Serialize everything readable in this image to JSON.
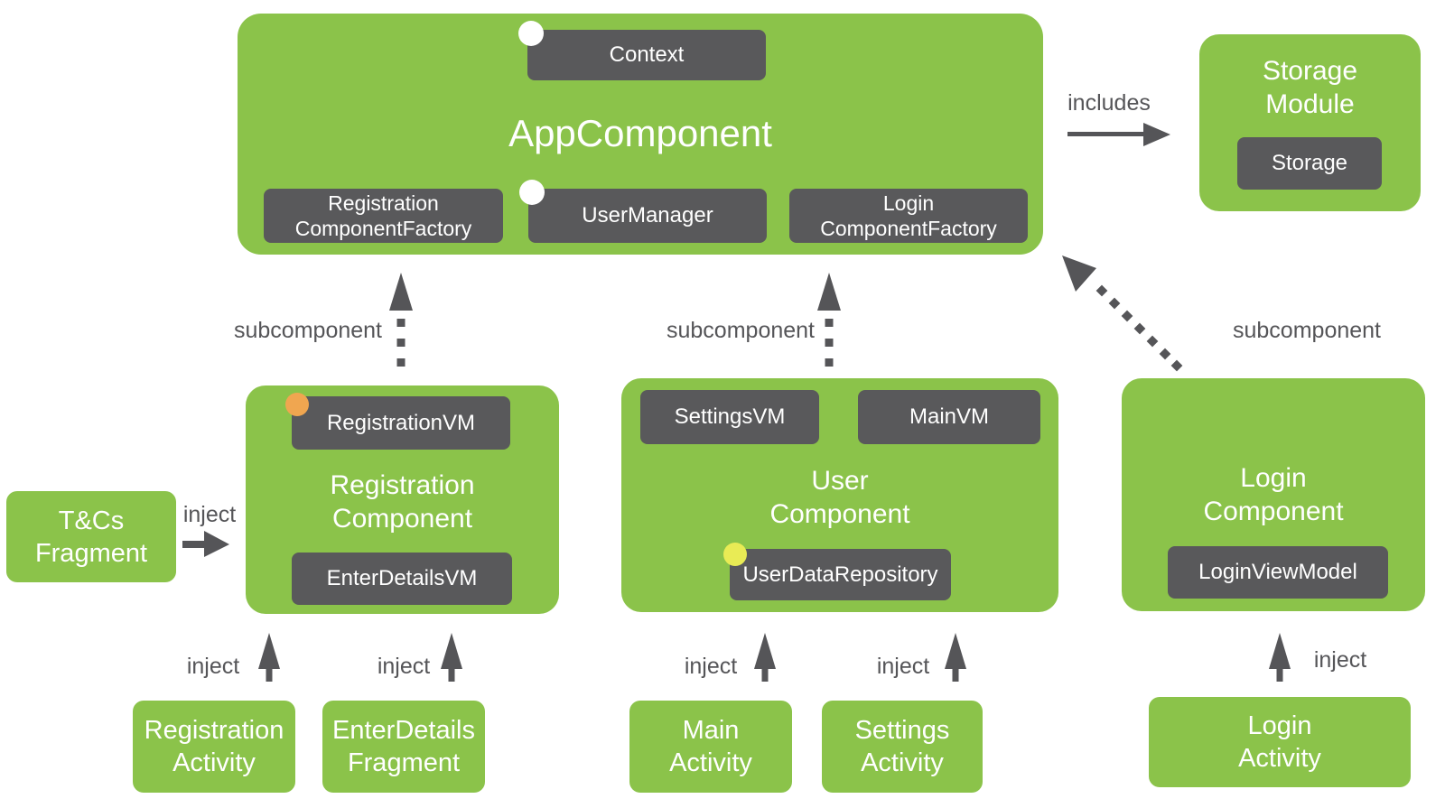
{
  "colors": {
    "green": "#8BC34A",
    "dark_gray": "#59595B",
    "label_gray": "#555558",
    "white": "#FFFFFF",
    "orange_dot": "#F0A650",
    "yellow_dot": "#E9EB55",
    "background": "#FFFFFF"
  },
  "labels": {
    "includes": "includes",
    "inject": "inject",
    "subcomponent": "subcomponent"
  },
  "app_component": {
    "title": "AppComponent",
    "context": "Context",
    "registration_factory": {
      "line1": "Registration",
      "line2": "ComponentFactory"
    },
    "user_manager": "UserManager",
    "login_factory": {
      "line1": "Login",
      "line2": "ComponentFactory"
    }
  },
  "storage_module": {
    "title": {
      "line1": "Storage",
      "line2": "Module"
    },
    "storage": "Storage"
  },
  "registration_component": {
    "title": {
      "line1": "Registration",
      "line2": "Component"
    },
    "registration_vm": "RegistrationVM",
    "enter_details_vm": "EnterDetailsVM"
  },
  "user_component": {
    "title": {
      "line1": "User",
      "line2": "Component"
    },
    "settings_vm": "SettingsVM",
    "main_vm": "MainVM",
    "user_data_repository": "UserDataRepository"
  },
  "login_component": {
    "title": {
      "line1": "Login",
      "line2": "Component"
    },
    "login_view_model": "LoginViewModel"
  },
  "tcs_fragment": {
    "line1": "T&Cs",
    "line2": "Fragment"
  },
  "activities": [
    {
      "line1": "Registration",
      "line2": "Activity"
    },
    {
      "line1": "EnterDetails",
      "line2": "Fragment"
    },
    {
      "line1": "Main",
      "line2": "Activity"
    },
    {
      "line1": "Settings",
      "line2": "Activity"
    },
    {
      "line1": "Login",
      "line2": "Activity"
    }
  ]
}
